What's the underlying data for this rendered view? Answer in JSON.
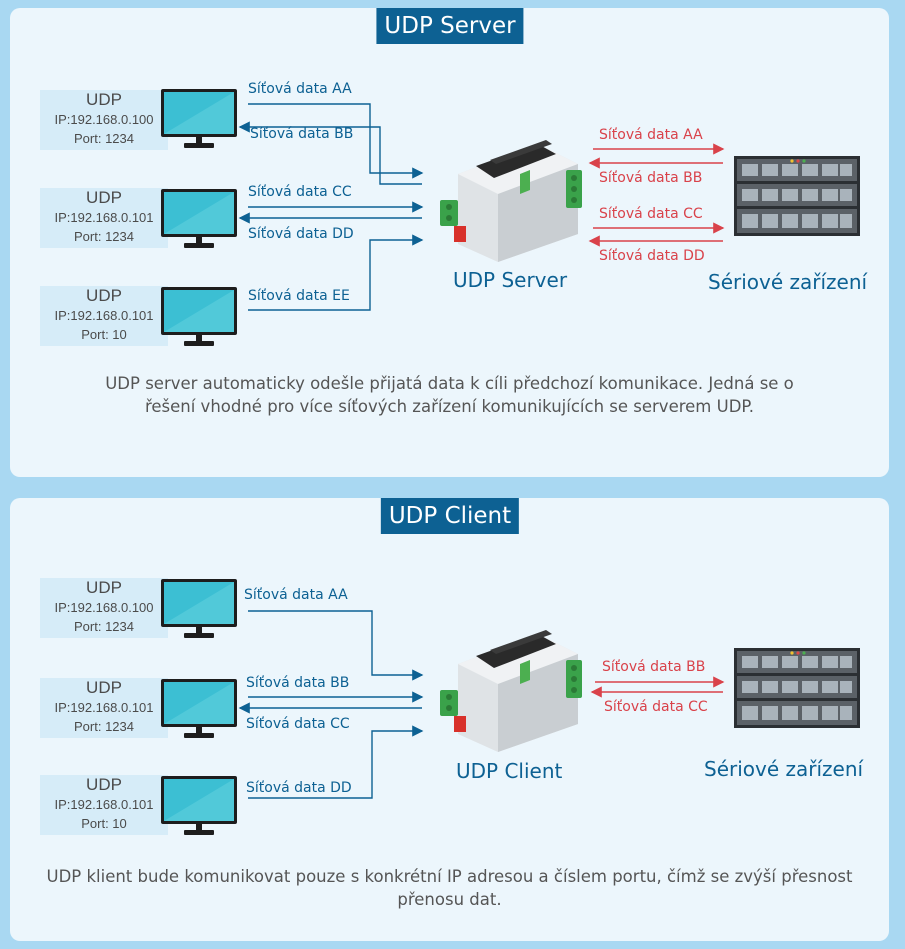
{
  "server": {
    "title": "UDP Server",
    "hosts": [
      {
        "title": "UDP",
        "ip": "IP:192.168.0.100",
        "port": "Port: 1234"
      },
      {
        "title": "UDP",
        "ip": "IP:192.168.0.101",
        "port": "Port: 1234"
      },
      {
        "title": "UDP",
        "ip": "IP:192.168.0.101",
        "port": "Port: 10"
      }
    ],
    "net_labels": [
      "Síťová data AA",
      "Síťová data BB",
      "Síťová data CC",
      "Síťová data DD",
      "Síťová data EE"
    ],
    "serial_labels": [
      "Síťová data AA",
      "Síťová data BB",
      "Síťová data CC",
      "Síťová data DD"
    ],
    "device_label": "UDP Server",
    "serial_device_label": "Sériové zařízení",
    "description": "UDP server automaticky odešle přijatá data k cíli předchozí komunikace. Jedná se o řešení vhodné pro více síťových zařízení komunikujících se serverem UDP."
  },
  "client": {
    "title": "UDP Client",
    "hosts": [
      {
        "title": "UDP",
        "ip": "IP:192.168.0.100",
        "port": "Port: 1234"
      },
      {
        "title": "UDP",
        "ip": "IP:192.168.0.101",
        "port": "Port: 1234"
      },
      {
        "title": "UDP",
        "ip": "IP:192.168.0.101",
        "port": "Port: 10"
      }
    ],
    "net_labels": [
      "Síťová data AA",
      "Síťová data BB",
      "Síťová data CC",
      "Síťová data DD"
    ],
    "serial_labels": [
      "Síťová data BB",
      "Síťová data CC"
    ],
    "device_label": "UDP Client",
    "serial_device_label": "Sériové zařízení",
    "description": "UDP klient bude komunikovat pouze s konkrétní IP adresou a číslem portu, čímž se zvýší přesnost přenosu dat."
  },
  "colors": {
    "accent": "#0d6193",
    "red": "#d9424a",
    "panel": "#ecf6fc",
    "background": "#a9d8f2"
  },
  "icons": [
    "monitor-icon",
    "serial-server-device-icon",
    "server-rack-icon"
  ]
}
